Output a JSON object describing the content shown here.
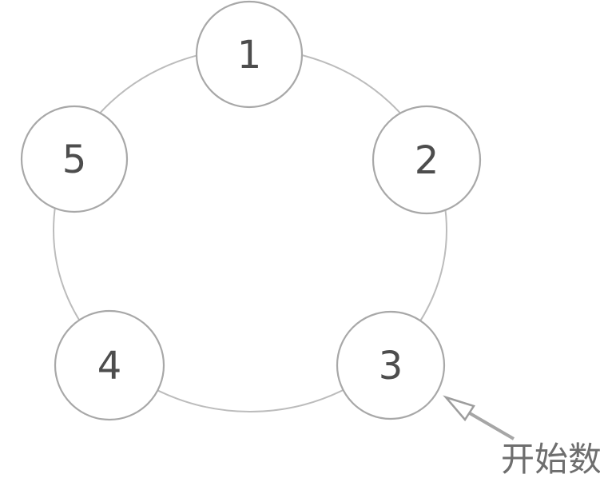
{
  "diagram": {
    "type": "circular-counting-arrangement",
    "nodes": [
      {
        "label": "1",
        "position": "top"
      },
      {
        "label": "2",
        "position": "upper-right"
      },
      {
        "label": "3",
        "position": "lower-right"
      },
      {
        "label": "4",
        "position": "lower-left"
      },
      {
        "label": "5",
        "position": "upper-left"
      }
    ],
    "annotation": {
      "text": "开始数",
      "points_to_node": "3"
    },
    "colors": {
      "background": "#ffffff",
      "ring_stroke": "#bcbcbc",
      "node_stroke": "#a8a8a8",
      "node_fill": "#ffffff",
      "number_color": "#4d4d4d",
      "arrow_color": "#a6a6a6",
      "annotation_text_color": "#6e6e6e"
    }
  }
}
